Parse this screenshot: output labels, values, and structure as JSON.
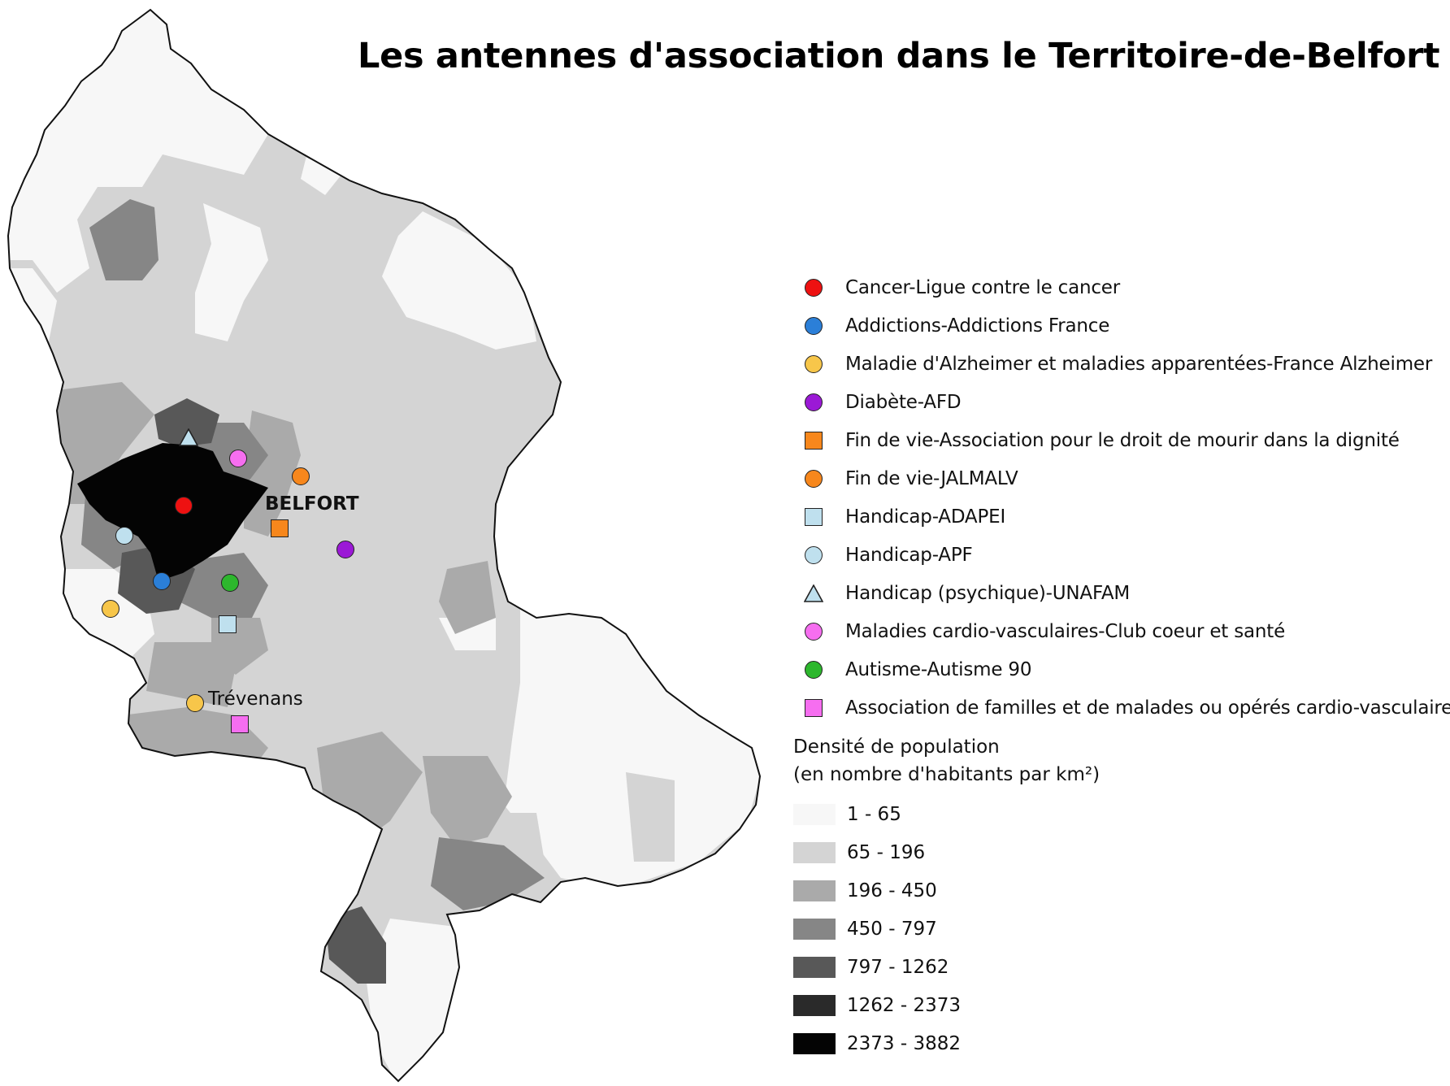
{
  "title": "Les antennes d'association dans le Territoire-de-Belfort",
  "towns": [
    {
      "name": "BELFORT",
      "kind": "city"
    },
    {
      "name": "Trévenans",
      "kind": "town"
    }
  ],
  "associations": [
    {
      "label": "Cancer-Ligue contre le cancer",
      "shape": "circle",
      "color": "#ee1111",
      "icon": "red-circle-icon"
    },
    {
      "label": "Addictions-Addictions France",
      "shape": "circle",
      "color": "#2b7fd8",
      "icon": "blue-circle-icon"
    },
    {
      "label": "Maladie d'Alzheimer et maladies apparentées-France Alzheimer",
      "shape": "circle",
      "color": "#f7c64a",
      "icon": "yellow-circle-icon"
    },
    {
      "label": "Diabète-AFD",
      "shape": "circle",
      "color": "#9b19d6",
      "icon": "purple-circle-icon"
    },
    {
      "label": "Fin de vie-Association pour le droit de mourir dans la dignité",
      "shape": "square",
      "color": "#f7871c",
      "icon": "orange-square-icon"
    },
    {
      "label": "Fin de vie-JALMALV",
      "shape": "circle",
      "color": "#f7871c",
      "icon": "orange-circle-icon"
    },
    {
      "label": "Handicap-ADAPEI",
      "shape": "square",
      "color": "#bfe0ee",
      "icon": "light-blue-square-icon"
    },
    {
      "label": "Handicap-APF",
      "shape": "circle",
      "color": "#bfe0ee",
      "icon": "light-blue-circle-icon"
    },
    {
      "label": "Handicap (psychique)-UNAFAM",
      "shape": "triangle",
      "color": "#bfe0ee",
      "icon": "light-blue-triangle-icon"
    },
    {
      "label": "Maladies cardio-vasculaires-Club coeur et santé",
      "shape": "circle",
      "color": "#f66ef0",
      "icon": "pink-circle-icon"
    },
    {
      "label": "Autisme-Autisme 90",
      "shape": "circle",
      "color": "#2db72d",
      "icon": "green-circle-icon"
    },
    {
      "label": "Association de familles et de malades ou opérés cardio-vasculaires",
      "shape": "square",
      "color": "#f66ef0",
      "icon": "pink-square-icon"
    }
  ],
  "density": {
    "title_line1": "Densité de population",
    "title_line2": "(en nombre d'habitants par km²)",
    "classes": [
      {
        "label": "1 - 65",
        "color": "#f7f7f7"
      },
      {
        "label": "65 - 196",
        "color": "#d4d4d4"
      },
      {
        "label": "196 - 450",
        "color": "#aaaaaa"
      },
      {
        "label": "450 - 797",
        "color": "#868686"
      },
      {
        "label": "797 - 1262",
        "color": "#585858"
      },
      {
        "label": "1262 - 2373",
        "color": "#2a2a2a"
      },
      {
        "label": "2373 - 3882",
        "color": "#040404"
      }
    ]
  }
}
